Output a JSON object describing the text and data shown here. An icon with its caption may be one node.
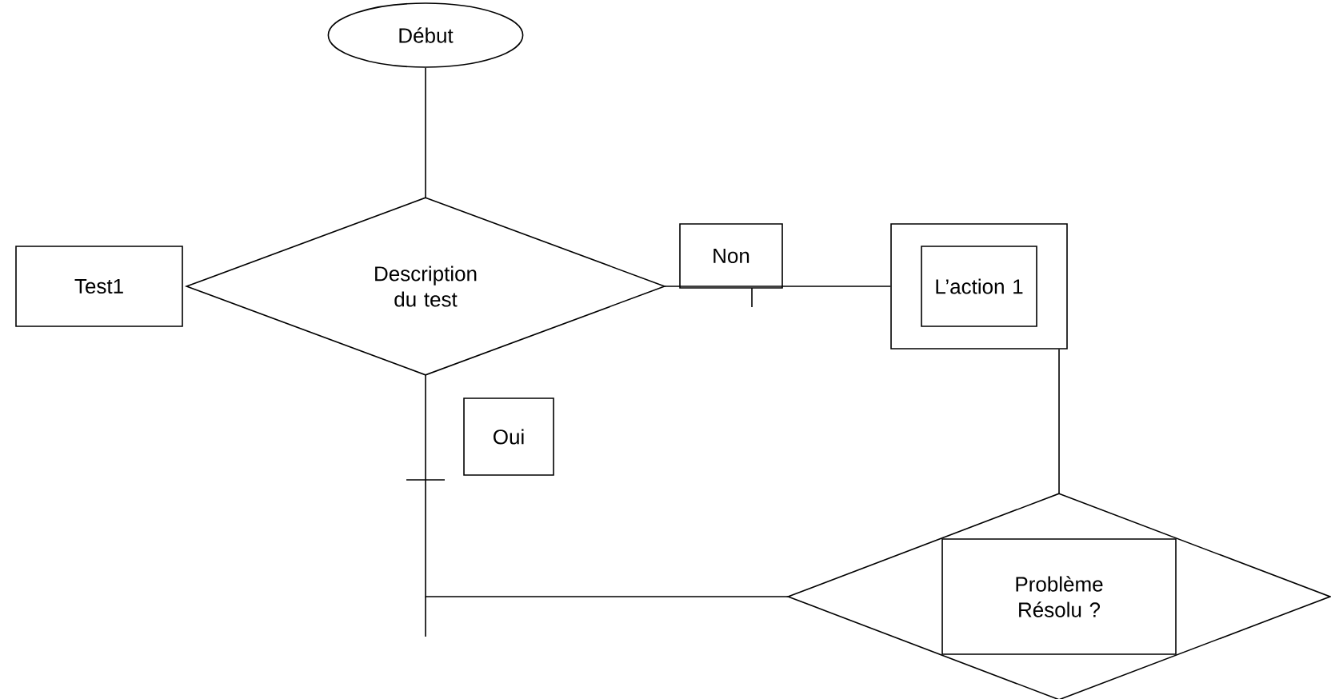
{
  "diagram": {
    "nodes": [
      {
        "text": [
          "Début"
        ]
      },
      {
        "text": [
          "Description du test"
        ]
      },
      {
        "text": [
          "Test1"
        ]
      },
      {
        "text": [
          "Non"
        ]
      },
      {
        "text": [],
        "shape": "box"
      },
      {
        "text": [
          "L’action 1"
        ],
        "in": 4
      },
      {
        "text": [
          "Oui"
        ]
      },
      {
        "text": [],
        "shape": "diamond"
      },
      {
        "text": [
          "Problème Résolu ?"
        ],
        "in": 7
      }
    ],
    "edges": [
      {
        "from": 0,
        "to": 1,
        "arrow": "none"
      },
      {
        "from": 1,
        "to": 4,
        "arrow": "none"
      },
      {
        "from": 4,
        "to": 7,
        "arrow": "none"
      },
      {
        "from": 1,
        "to": 7,
        "arrow": "none"
      }
    ]
  }
}
